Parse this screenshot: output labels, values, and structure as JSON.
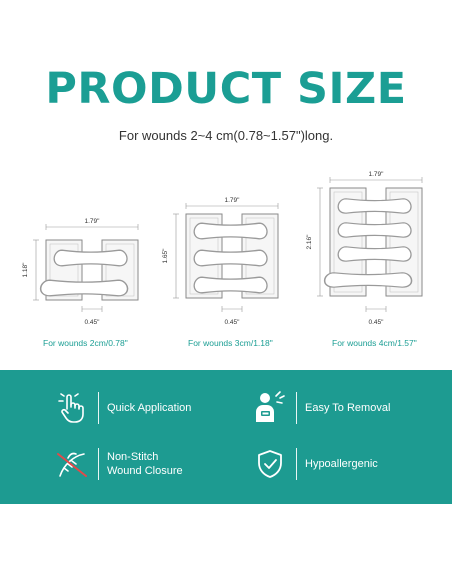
{
  "title": "PRODUCT SIZE",
  "subtitle": "For wounds 2~4 cm(0.78~1.57\")long.",
  "products": [
    {
      "width_label": "1.79\"",
      "height_label": "1.18\"",
      "gap_label": "0.45\"",
      "caption": "For wounds 2cm/0.78\""
    },
    {
      "width_label": "1.79\"",
      "height_label": "1.65\"",
      "gap_label": "0.45\"",
      "caption": "For wounds 3cm/1.18\""
    },
    {
      "width_label": "1.79\"",
      "height_label": "2.16\"",
      "gap_label": "0.45\"",
      "caption": "For wounds 4cm/1.57\""
    }
  ],
  "features": [
    {
      "label": "Quick Application",
      "icon": "hand-pointer-icon"
    },
    {
      "label": "Easy To Removal",
      "icon": "patient-removal-icon"
    },
    {
      "label": "Non-Stitch\nWound Closure",
      "icon": "no-stitch-icon"
    },
    {
      "label": "Hypoallergenic",
      "icon": "shield-check-icon"
    }
  ],
  "colors": {
    "brand": "#1b9e94",
    "band": "#1d9b91",
    "text": "#333333"
  }
}
